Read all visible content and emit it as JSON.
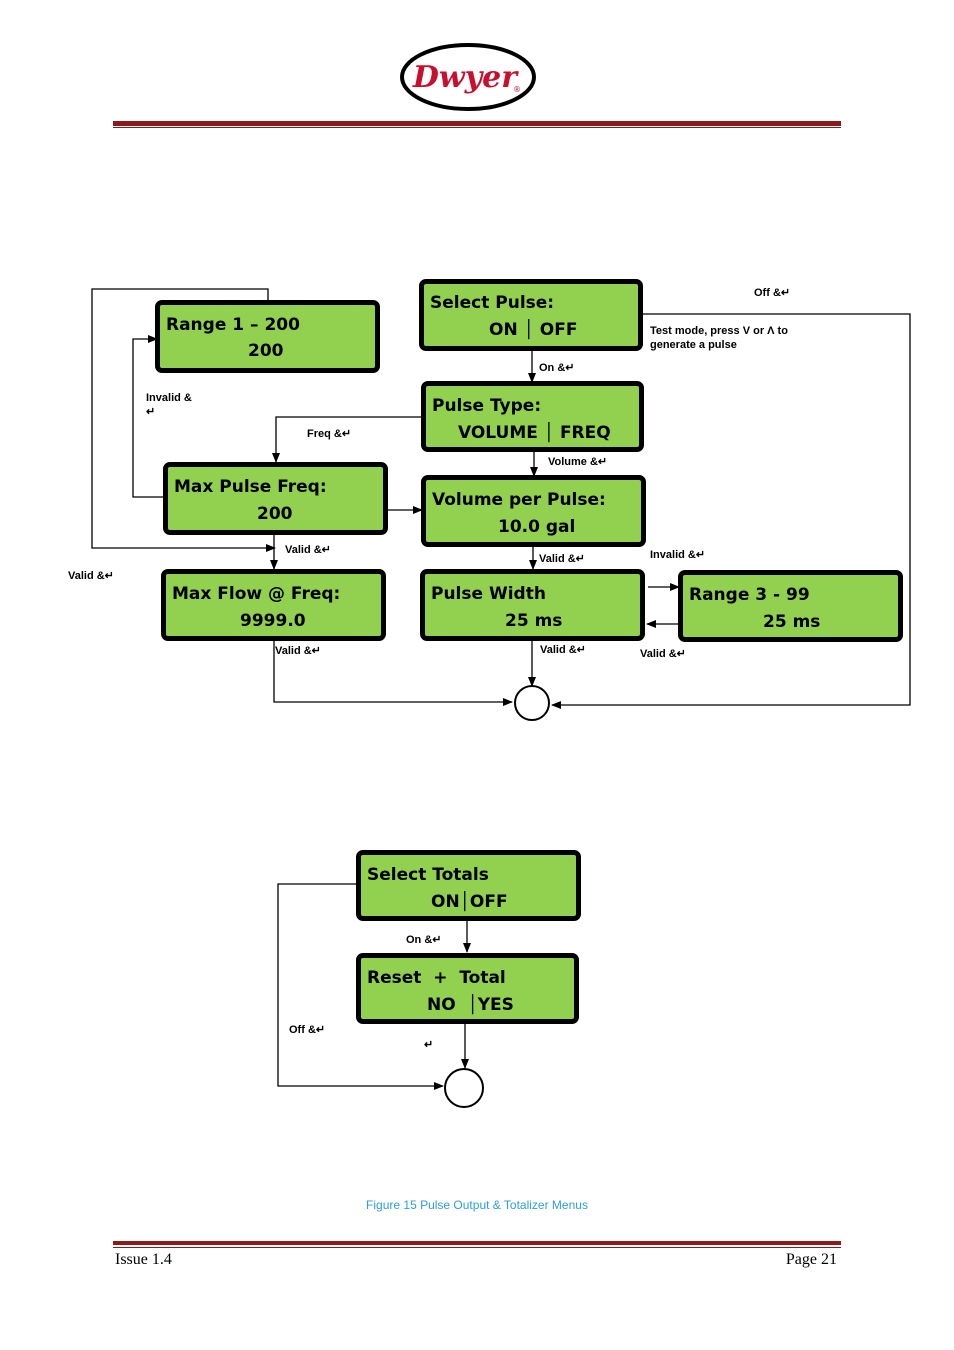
{
  "header": {
    "logo_text": "Dwyer",
    "logo_mark": "®"
  },
  "colors": {
    "lcd": "#92d050",
    "rule": "#8b1a1a",
    "caption": "#2e9fd6",
    "logo": "#c8102e"
  },
  "pulse_menu": {
    "select_pulse": {
      "line1": "Select Pulse:",
      "line2": "ON │ OFF"
    },
    "range1": {
      "line1": "Range 1 – 200",
      "line2": "200"
    },
    "pulse_type": {
      "line1": "Pulse Type:",
      "line2": "VOLUME │ FREQ"
    },
    "max_pulse_freq": {
      "line1": "Max Pulse Freq:",
      "line2": "200"
    },
    "volume_per_pulse": {
      "line1": "Volume per Pulse:",
      "line2": "10.0 gal"
    },
    "max_flow": {
      "line1": "Max Flow @ Freq:",
      "line2": "9999.0"
    },
    "pulse_width": {
      "line1": "Pulse Width",
      "line2": "25 ms"
    },
    "range3": {
      "line1": "Range 3 - 99",
      "line2": "25 ms"
    },
    "labels": {
      "off": "Off &↵",
      "test_mode": "Test mode, press V or Λ to\ngenerate a pulse",
      "on": "On &↵",
      "invalid_left": "Invalid &\n↵",
      "freq": "Freq &↵",
      "volume": "Volume &↵",
      "valid_freq": "Valid &↵",
      "valid_outer": "Valid &↵",
      "valid_vol": "Valid &↵",
      "invalid_right": "Invalid &↵",
      "valid_flow": "Valid &↵",
      "valid_width": "Valid &↵",
      "valid_range3": "Valid &↵"
    }
  },
  "totals_menu": {
    "select_totals": {
      "line1": "Select Totals",
      "line2": "ON│OFF"
    },
    "reset_total": {
      "line1": "Reset  +  Total",
      "line2": "NO  │YES"
    },
    "labels": {
      "on": "On &↵",
      "off": "Off &↵",
      "enter": "↵"
    }
  },
  "caption": "Figure 15 Pulse Output & Totalizer Menus",
  "footer": {
    "issue": "Issue 1.4",
    "page": "Page 21"
  }
}
